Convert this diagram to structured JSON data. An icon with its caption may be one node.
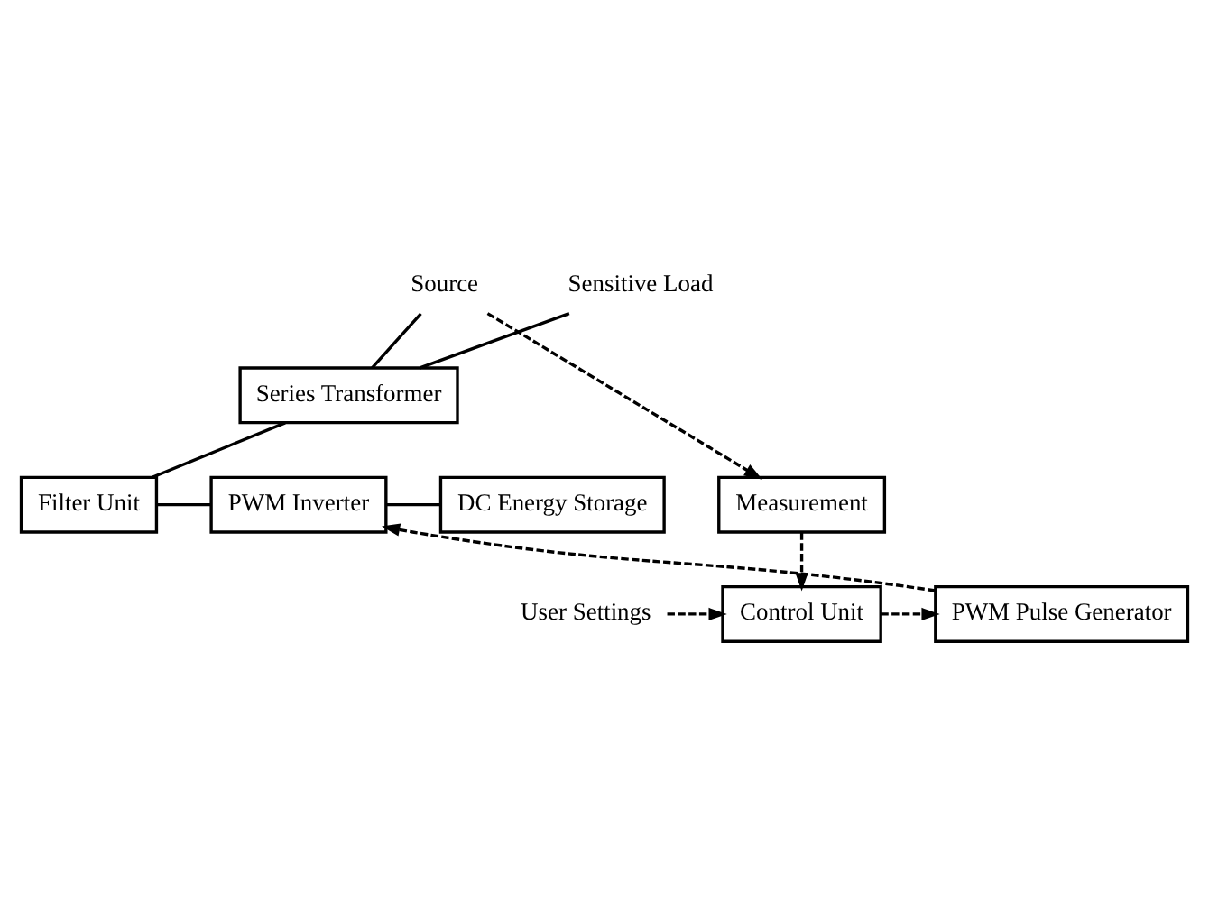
{
  "diagram": {
    "nodes": [
      {
        "text": [
          "Source"
        ]
      },
      {
        "text": [
          "Sensitive Load"
        ]
      },
      {
        "text": [
          "Series Transformer"
        ]
      },
      {
        "text": [
          "Measurement"
        ]
      },
      {
        "text": [
          "Filter Unit"
        ]
      },
      {
        "text": [
          "PWM Inverter"
        ]
      },
      {
        "text": [
          "DC Energy Storage"
        ]
      },
      {
        "text": [
          "User Settings"
        ]
      },
      {
        "text": [
          "Control Unit"
        ]
      },
      {
        "text": [
          "PWM Pulse Generator"
        ]
      }
    ],
    "edges": [
      {
        "from": 0,
        "to": 2,
        "arrow": "none"
      },
      {
        "from": 2,
        "to": 1,
        "arrow": "none"
      },
      {
        "from": 0,
        "to": 3,
        "arrow": "to",
        "style": "dashed"
      },
      {
        "from": 2,
        "to": 4,
        "arrow": "none"
      },
      {
        "from": 4,
        "to": 5,
        "arrow": "none"
      },
      {
        "from": 5,
        "to": 6,
        "arrow": "none"
      },
      {
        "from": 3,
        "to": 8,
        "arrow": "to",
        "style": "dashed"
      },
      {
        "from": 7,
        "to": 8,
        "arrow": "to",
        "style": "dashed"
      },
      {
        "from": 8,
        "to": 9,
        "arrow": "to",
        "style": "dashed"
      },
      {
        "from": 9,
        "to": 5,
        "arrow": "to",
        "style": "dashed"
      }
    ]
  }
}
